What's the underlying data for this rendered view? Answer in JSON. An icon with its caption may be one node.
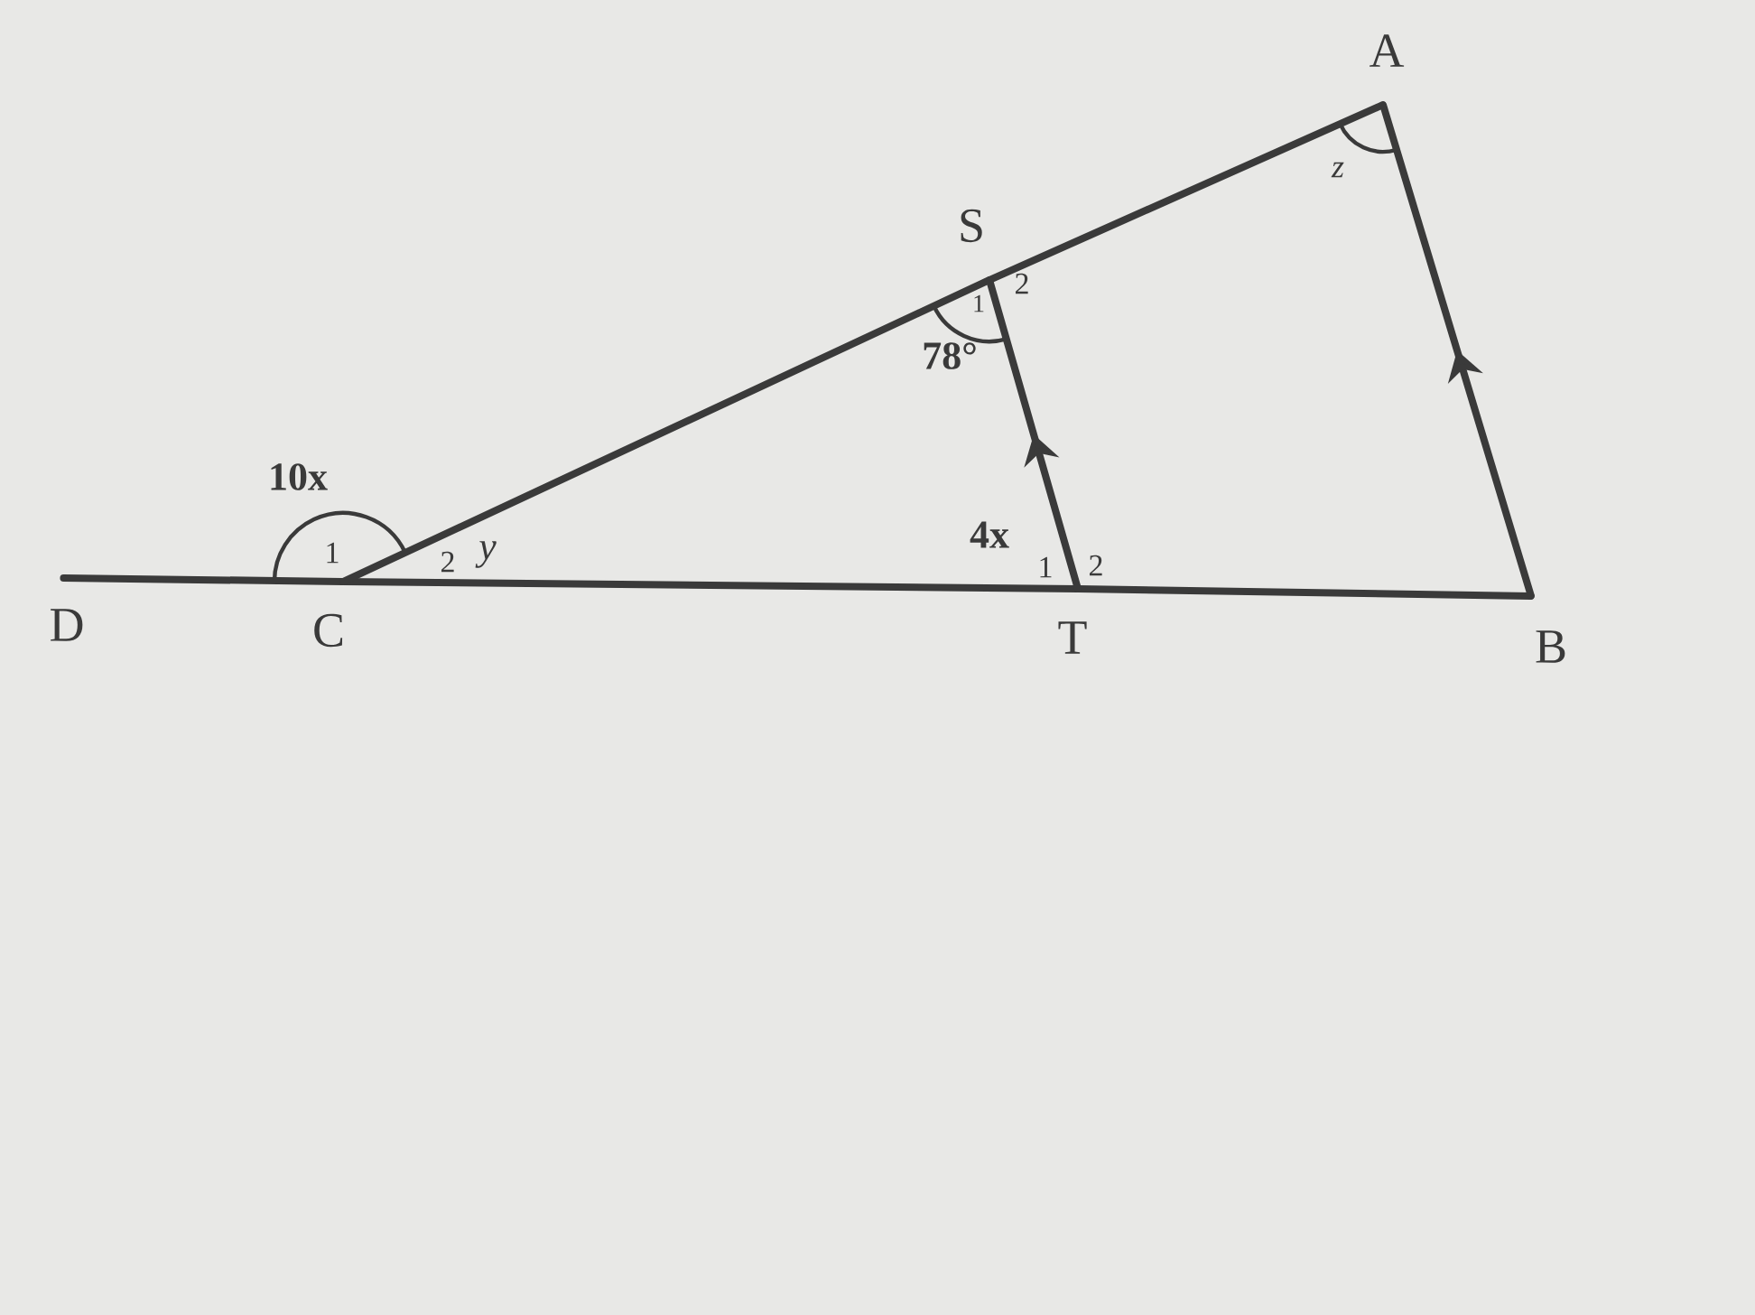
{
  "diagram": {
    "nodes": [
      {
        "text": [
          "A"
        ]
      },
      {
        "text": [
          "S"
        ]
      },
      {
        "text": [
          "D"
        ]
      },
      {
        "text": [
          "C"
        ]
      },
      {
        "text": [
          "T"
        ]
      },
      {
        "text": [
          "B"
        ]
      }
    ],
    "edges": [
      {
        "from": 2,
        "to": 3,
        "arrow": "none"
      },
      {
        "from": 3,
        "to": 4,
        "arrow": "none"
      },
      {
        "from": 4,
        "to": 5,
        "arrow": "none"
      },
      {
        "from": 3,
        "to": 1,
        "arrow": "none"
      },
      {
        "from": 1,
        "to": 0,
        "arrow": "none"
      },
      {
        "from": 5,
        "to": 0,
        "arrow": "to"
      },
      {
        "from": 4,
        "to": 1,
        "arrow": "to"
      }
    ],
    "labels": [
      "z",
      "1",
      "2",
      "78°",
      "10x",
      "4x",
      "1",
      "2",
      "y",
      "1",
      "2"
    ]
  }
}
